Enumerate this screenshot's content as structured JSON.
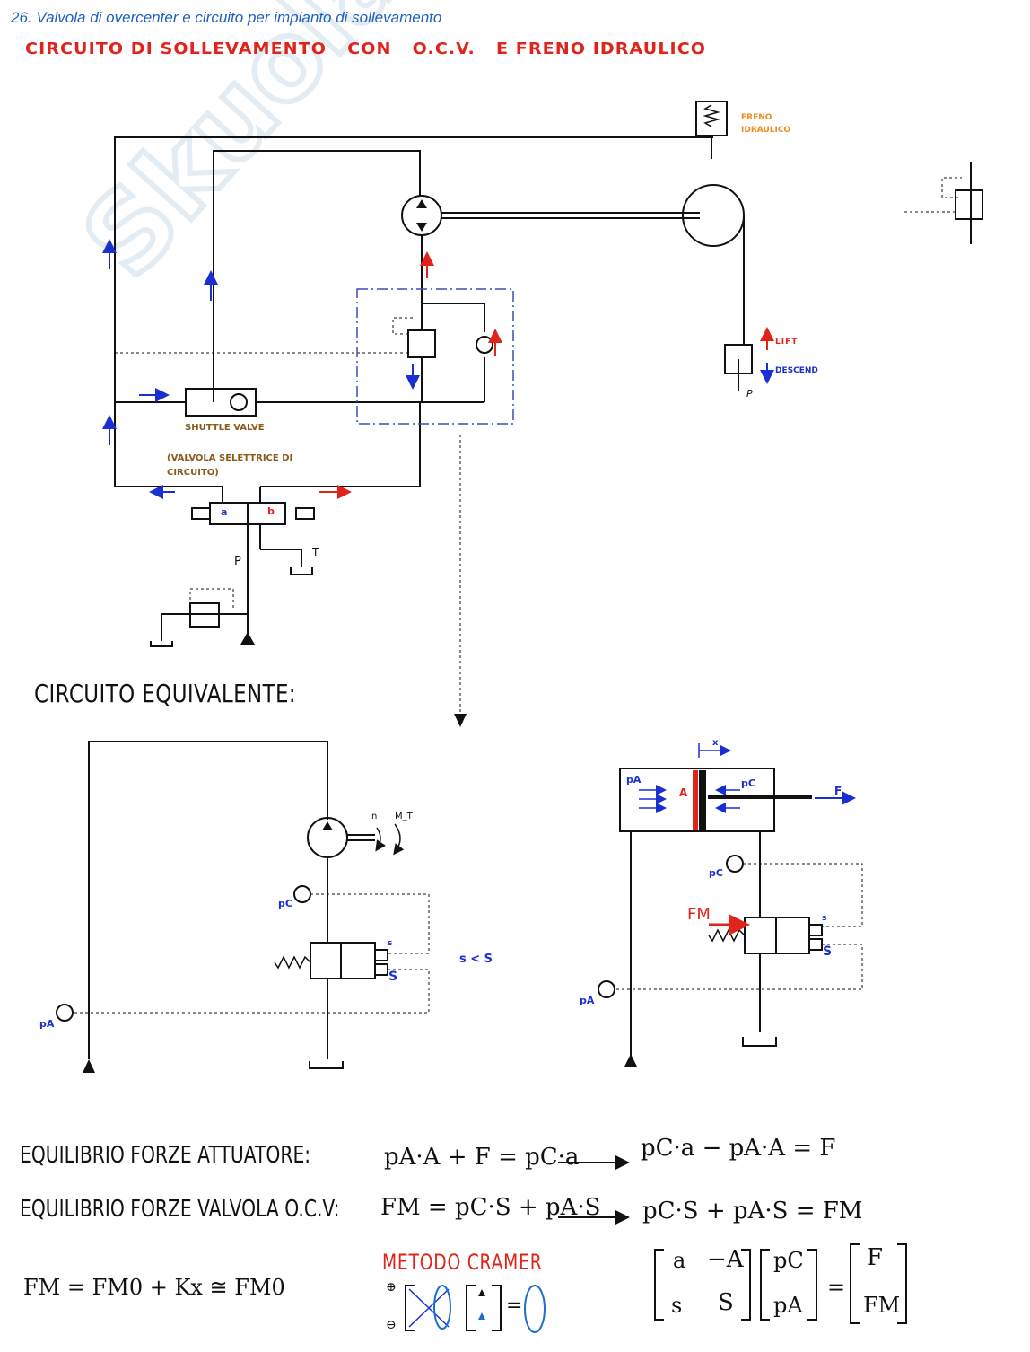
{
  "header": {
    "title": "26.  Valvola di overcenter e circuito per impianto di sollevamento",
    "subtitle": "CIRCUITO DI SOLLEVAMENTO   CON   O.C.V.   E FRENO IDRAULICO"
  },
  "labels": {
    "freno": "FRENO IDRAULICO",
    "lift": "LIFT",
    "descend": "DESCEND",
    "p_load": "P",
    "shuttle": "SHUTTLE VALVE",
    "valvola_sel": "(VALVOLA SELETTRICE DI CIRCUITO)",
    "port_a": "a",
    "port_b": "b",
    "port_p": "P",
    "port_t": "T",
    "equivalente": "CIRCUITO EQUIVALENTE:",
    "n": "n",
    "mt": "M_T",
    "pc_left": "pC",
    "pa_left": "pA",
    "s_small": "s",
    "s_big": "S",
    "s_lt_S": "s < S",
    "x": "x",
    "pA_cyl": "pA",
    "pC_cyl": "pC",
    "A_cyl": "A",
    "F": "F",
    "pc_right": "pC",
    "FM": "FM",
    "pa_right": "pA"
  },
  "equations": {
    "eq1_label": "EQUILIBRIO FORZE ATTUATORE:",
    "eq1": "pA·A + F = pC·a",
    "eq1_res": "pC·a − pA·A = F",
    "eq2_label": "EQUILIBRIO FORZE VALVOLA O.C.V:",
    "eq2": "FM = pC·S + pA·S",
    "eq2_res": "pC·S + pA·S = FM",
    "fm": "FM = FM0 + Kx ≅ FM0",
    "cramer": "METODO CRAMER",
    "matrix_a": [
      "a",
      "−A",
      "s",
      "S"
    ],
    "matrix_x": [
      "pC",
      "pA"
    ],
    "matrix_b": [
      "F",
      "FM"
    ]
  },
  "watermark": "Skuola.net il paradiso dello studente",
  "colors": {
    "line": "#111111",
    "red": "#e0231b",
    "blue": "#1a2fd0",
    "orange": "#f08a1e",
    "brown": "#8a5a1a",
    "dash_blue": "#3b4bb5",
    "watermark": "#e9eef4"
  }
}
